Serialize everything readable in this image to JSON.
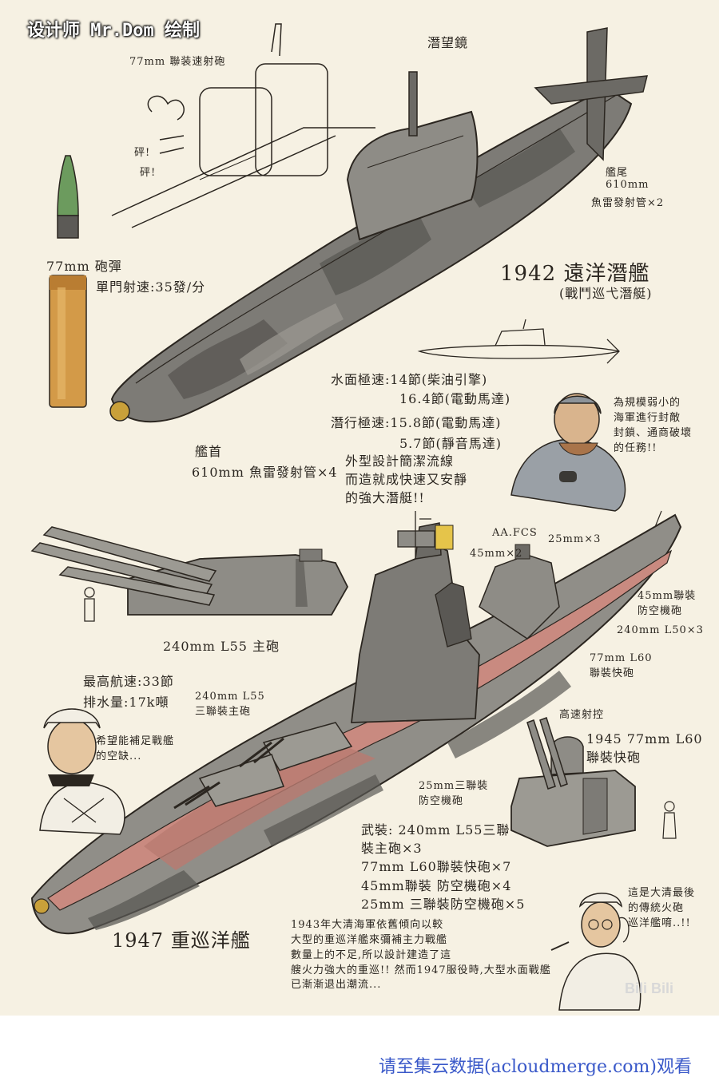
{
  "header": {
    "credit": "设计师 Mr.Dom 绘制"
  },
  "submarine": {
    "gun_label": "77mm 聯装速射砲",
    "periscope": "潛望鏡",
    "stern_title": "艦尾",
    "stern_detail": "610mm",
    "stern_tubes": "魚雷發射管×2",
    "shell_label": "77mm 砲彈",
    "fire_rate": "單門射速:35發/分",
    "title": "1942 遠洋潛艦",
    "subtitle": "(戰鬥巡弋潛艇)",
    "surface_speed": "水面極速:14節(柴油引擎)",
    "surface_speed2": "16.4節(電動馬達)",
    "dive_speed": "潛行極速:15.8節(電動馬達)",
    "dive_speed2": "5.7節(靜音馬達)",
    "bow_title": "艦首",
    "bow_tubes": "610mm 魚雷發射管×4",
    "design_note": "外型設計簡潔流線\n而造就成快速又安靜\n的強大潛艇!!",
    "mission_note": "為規模弱小的\n海軍進行封敵\n封鎖、通商破壞\n的任務!!",
    "sfx": [
      "砰!",
      "砰!"
    ]
  },
  "cruiser": {
    "main_gun": "240mm L55 主砲",
    "max_speed": "最高航速:33節",
    "displacement": "排水量:17k噸",
    "turret_label": "240mm L55\n三聯裝主砲",
    "officer_note": "希望能補足戰艦\n的空缺...",
    "aa_fcs": "AA.FCS",
    "aa_45": "45mm×2",
    "aa_25": "25mm×3",
    "aa_45_gun": "45mm聯裝\n防空機砲",
    "l50": "240mm L50×3",
    "l60": "77mm L60\n聯裝快砲",
    "aa_25_gun": "25mm三聯裝\n防空機砲",
    "fire_control": "高速射控",
    "l60_title": "1945 77mm L60\n聯裝快砲",
    "armament": "武裝: 240mm L55三聯\n裝主砲×3\n77mm L60聯裝快砲×7\n45mm聯裝 防空機砲×4\n25mm 三聯裝防空機砲×5",
    "title": "1947 重巡洋艦",
    "history": "1943年大清海軍依舊傾向以較\n大型的重巡洋艦來彌補主力戰艦\n數量上的不足,所以設計建造了這\n艘火力強大的重巡!! 然而1947服役時,大型水面戰艦\n已漸漸退出潮流...",
    "sailor_note": "這是大清最後\n的傳統火砲\n巡洋艦唷..!!"
  },
  "watermark": "Bili Bili",
  "footer": {
    "text": "请至集云数据(acloudmerge.com)观看"
  },
  "colors": {
    "paper": "#f6f1e3",
    "ink": "#2b2620",
    "hull_grey": "#7d7b76",
    "camo_dark": "#5a5854",
    "deck_red": "#c98a80",
    "footer_blue": "#3a59c9"
  }
}
